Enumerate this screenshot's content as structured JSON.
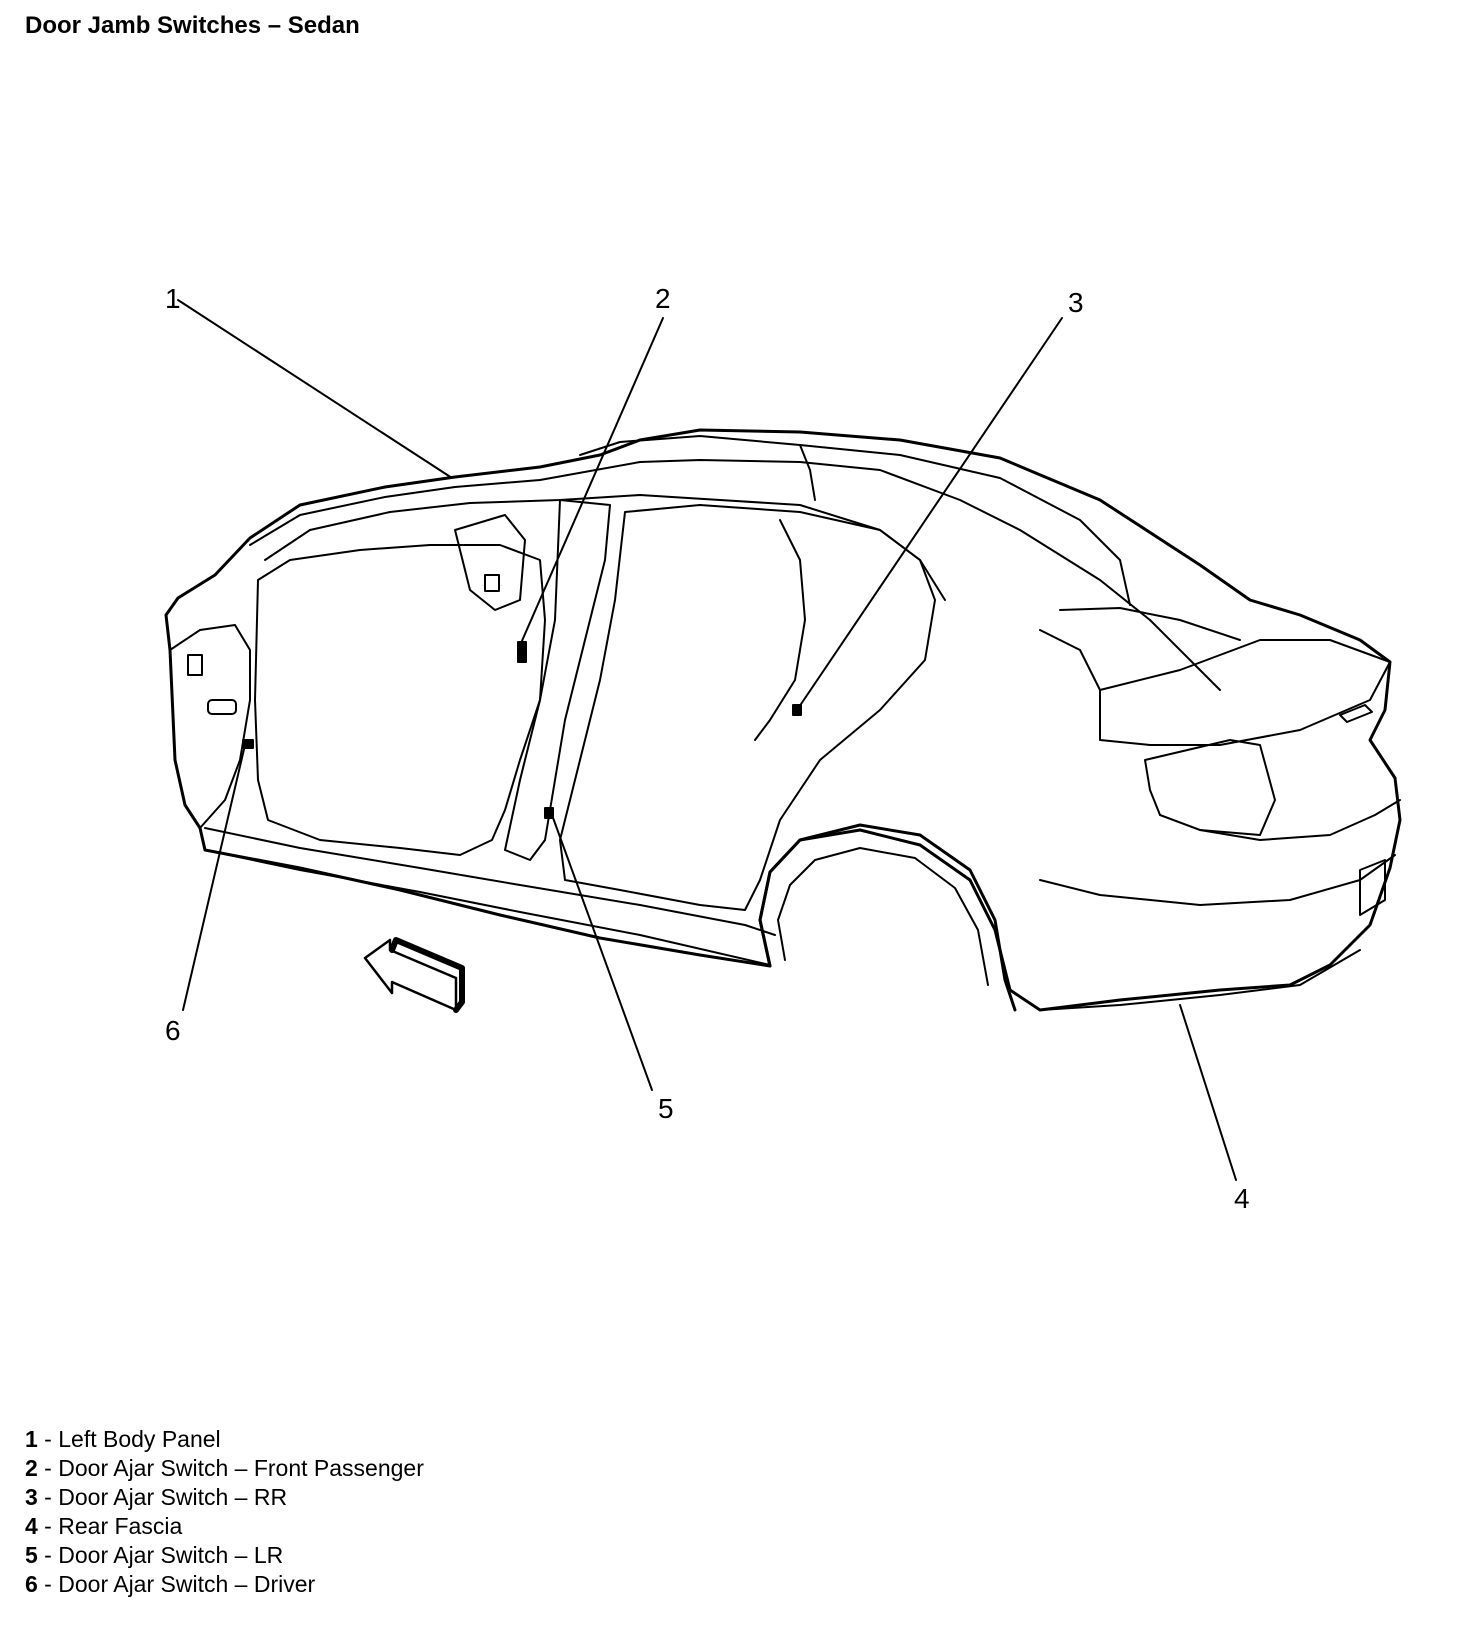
{
  "title": "Door Jamb Switches – Sedan",
  "callouts": [
    "1",
    "2",
    "3",
    "4",
    "5",
    "6"
  ],
  "legend": [
    {
      "num": "1",
      "sep": " - ",
      "text": "Left Body Panel"
    },
    {
      "num": "2",
      "sep": " - ",
      "text": "Door Ajar Switch – Front Passenger"
    },
    {
      "num": "3",
      "sep": " - ",
      "text": "Door Ajar Switch – RR"
    },
    {
      "num": "4",
      "sep": " - ",
      "text": "Rear Fascia"
    },
    {
      "num": "5",
      "sep": " - ",
      "text": "Door Ajar Switch – LR"
    },
    {
      "num": "6",
      "sep": " - ",
      "text": "Door Ajar Switch – Driver"
    }
  ]
}
